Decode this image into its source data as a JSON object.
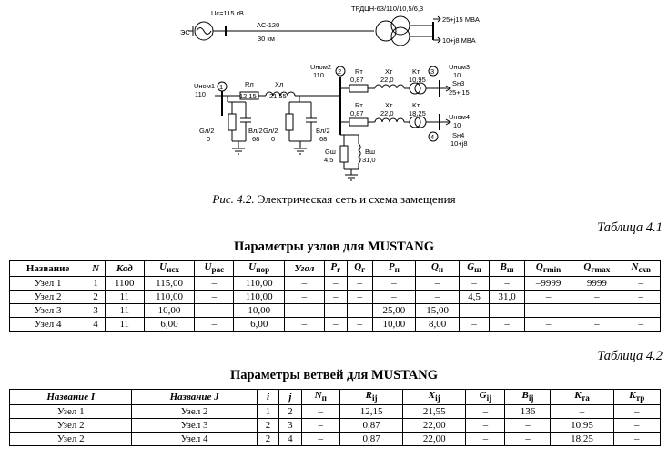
{
  "diagram": {
    "uc_label": "Uc=115 кВ",
    "es_label": "ЭС",
    "line_type": "АС-120",
    "line_length": "30 км",
    "transformer_label": "ТРДЦН-63/110/10,5/6,3",
    "load1": "25+j15 МВА",
    "load2": "10+j8 МВА",
    "n1_label": "Uном1",
    "n1_value": "110",
    "n1_num": "1",
    "n2_label": "Uном2",
    "n2_value": "110",
    "n2_num": "2",
    "rl_label": "Rл",
    "rl_value": "12,15",
    "xl_label": "Xл",
    "xl_value": "21,55",
    "gl1_label": "Gл/2",
    "gl1_value": "0",
    "bl1_label": "Bл/2",
    "bl1_value": "68",
    "gl2_label": "Gл/2",
    "gl2_value": "0",
    "bl2_label": "Bл/2",
    "bl2_value": "68",
    "gsh_label": "Gш",
    "gsh_value": "4,5",
    "bsh_label": "Bш",
    "bsh_value": "31,0",
    "rt1_label": "Rт",
    "rt1_value": "0,87",
    "xt1_label": "Xт",
    "xt1_value": "22,0",
    "kt1_label": "Kт",
    "kt1_value": "10,95",
    "rt2_label": "Rт",
    "rt2_value": "0,87",
    "xt2_label": "Xт",
    "xt2_value": "22,0",
    "kt2_label": "Kт",
    "kt2_value": "18,25",
    "n3_num": "3",
    "n3_label": "Uном3",
    "n3_value": "10",
    "sn3_label": "Sн3",
    "sn3_value": "25+j15",
    "n4_num": "4",
    "n4_label": "Uном4",
    "n4_value": "10",
    "sn4_label": "Sн4",
    "sn4_value": "10+j8"
  },
  "caption": {
    "prefix": "Рис. 4.2.",
    "text": " Электрическая сеть и схема замещения"
  },
  "table1": {
    "number": "Таблица 4.1",
    "title": "Параметры узлов для MUSTANG",
    "headers": [
      "Название",
      "N",
      "Код",
      "U",
      "U",
      "U",
      "Угол",
      "P",
      "Q",
      "P",
      "Q",
      "G",
      "B",
      "Q",
      "Q",
      "N"
    ],
    "subs": [
      "",
      "",
      "",
      "исх",
      "рас",
      "пор",
      "",
      "г",
      "г",
      "н",
      "н",
      "ш",
      "ш",
      "гmin",
      "гmax",
      "схв"
    ],
    "rows": [
      [
        "Узел 1",
        "1",
        "1100",
        "115,00",
        "–",
        "110,00",
        "–",
        "–",
        "–",
        "–",
        "–",
        "–",
        "–",
        "–9999",
        "9999",
        "–"
      ],
      [
        "Узел 2",
        "2",
        "11",
        "110,00",
        "–",
        "110,00",
        "–",
        "–",
        "–",
        "–",
        "–",
        "4,5",
        "31,0",
        "–",
        "–",
        "–"
      ],
      [
        "Узел 3",
        "3",
        "11",
        "10,00",
        "–",
        "10,00",
        "–",
        "–",
        "–",
        "25,00",
        "15,00",
        "–",
        "–",
        "–",
        "–",
        "–"
      ],
      [
        "Узел 4",
        "4",
        "11",
        "6,00",
        "–",
        "6,00",
        "–",
        "–",
        "–",
        "10,00",
        "8,00",
        "–",
        "–",
        "–",
        "–",
        "–"
      ]
    ]
  },
  "table2": {
    "number": "Таблица 4.2",
    "title": "Параметры ветвей для MUSTANG",
    "headers": [
      "Название I",
      "Название J",
      "i",
      "j",
      "N",
      "R",
      "X",
      "G",
      "B",
      "K",
      "K"
    ],
    "subs": [
      "",
      "",
      "",
      "",
      "п",
      "ij",
      "ij",
      "ij",
      "ij",
      "та",
      "тр"
    ],
    "rows": [
      [
        "Узел 1",
        "Узел 2",
        "1",
        "2",
        "–",
        "12,15",
        "21,55",
        "–",
        "136",
        "–",
        "–"
      ],
      [
        "Узел 2",
        "Узел 3",
        "2",
        "3",
        "–",
        "0,87",
        "22,00",
        "–",
        "–",
        "10,95",
        "–"
      ],
      [
        "Узел 2",
        "Узел 4",
        "2",
        "4",
        "–",
        "0,87",
        "22,00",
        "–",
        "–",
        "18,25",
        "–"
      ]
    ]
  }
}
